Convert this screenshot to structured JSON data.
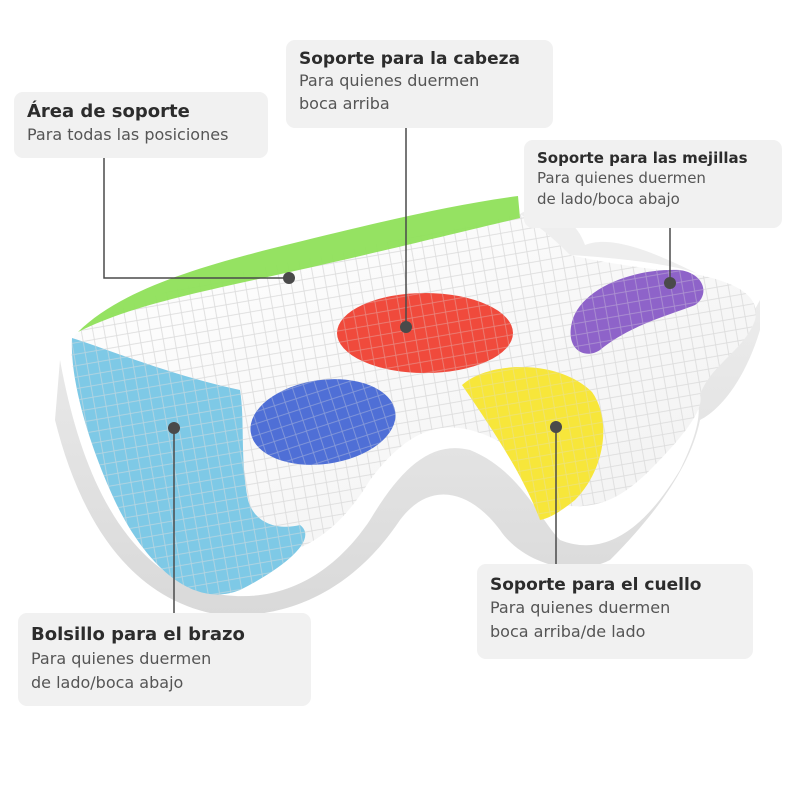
{
  "callouts": {
    "area_soporte": {
      "title": "Área de soporte",
      "description": "Para todas las posiciones"
    },
    "soporte_cabeza": {
      "title": "Soporte para la cabeza",
      "line1": "Para quienes duermen",
      "line2": "boca arriba"
    },
    "soporte_mejillas": {
      "title": "Soporte para las mejillas",
      "line1": "Para quienes duermen",
      "line2": "de lado/boca abajo"
    },
    "bolsillo_brazo": {
      "title": "Bolsillo para el brazo",
      "line1": "Para quienes duermen",
      "line2": "de lado/boca abajo"
    },
    "soporte_cuello": {
      "title": "Soporte para el cuello",
      "line1": "Para quienes duermen",
      "line2": "boca arriba/de lado"
    }
  },
  "colors": {
    "zone_green": "#8fe05a",
    "zone_blue": "#7ec9e6",
    "zone_red": "#f04a3c",
    "zone_royal_blue": "#4f6fd6",
    "zone_yellow": "#f7e63a",
    "zone_purple": "#8e63c9",
    "pillow_white": "#f7f7f7",
    "callout_bg": "#f1f1f1",
    "leader_line": "#4a4a4a"
  }
}
